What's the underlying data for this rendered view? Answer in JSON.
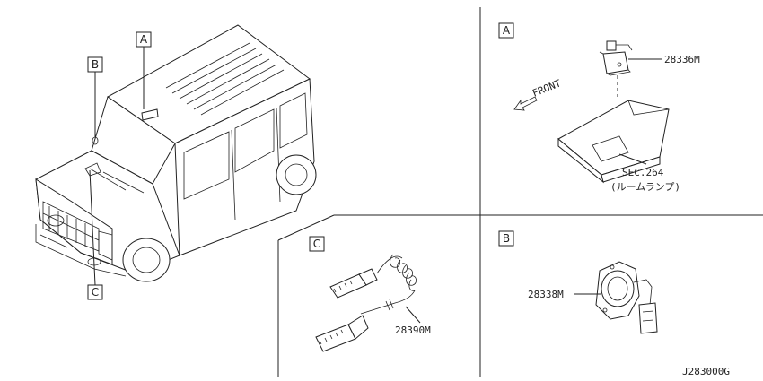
{
  "callouts": {
    "vehicle_a": "A",
    "vehicle_b": "B",
    "vehicle_c": "C",
    "panel_a": "A",
    "panel_b": "B",
    "panel_c": "C"
  },
  "parts": {
    "sensor_a": "28336M",
    "room_lamp_sec": "SEC.264",
    "room_lamp_name": "(ルームランプ)",
    "antenna_b": "28338M",
    "cable_c": "28390M"
  },
  "front_arrow": "FRONT",
  "diagram_code": "J283000G"
}
